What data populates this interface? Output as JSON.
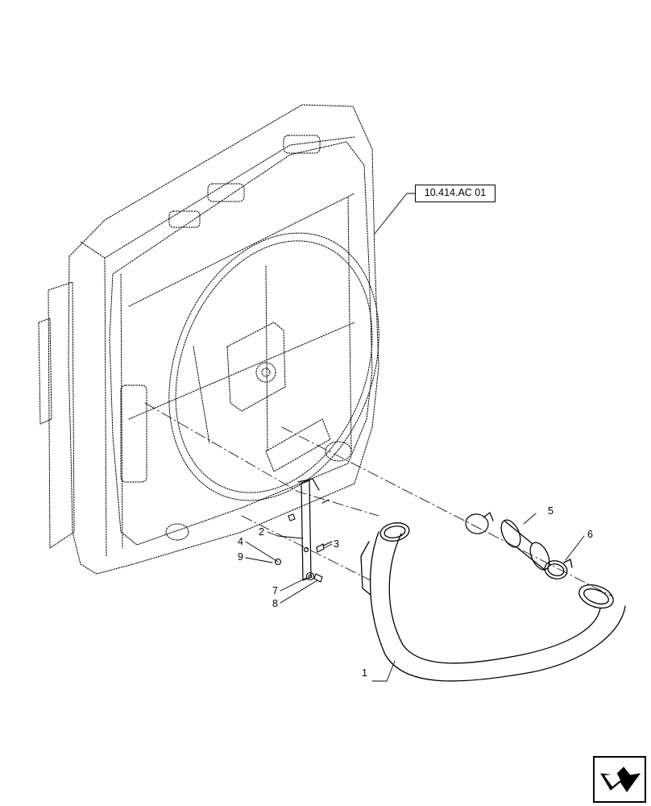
{
  "reference": {
    "label": "10.414.AC 01"
  },
  "callouts": [
    {
      "id": "1",
      "label": "1"
    },
    {
      "id": "2",
      "label": "2"
    },
    {
      "id": "3",
      "label": "3"
    },
    {
      "id": "4",
      "label": "4"
    },
    {
      "id": "5",
      "label": "5"
    },
    {
      "id": "6",
      "label": "6"
    },
    {
      "id": "7",
      "label": "7"
    },
    {
      "id": "8",
      "label": "8"
    },
    {
      "id": "9",
      "label": "9"
    }
  ],
  "icons": {
    "navigation": "arrow-right-icon"
  }
}
